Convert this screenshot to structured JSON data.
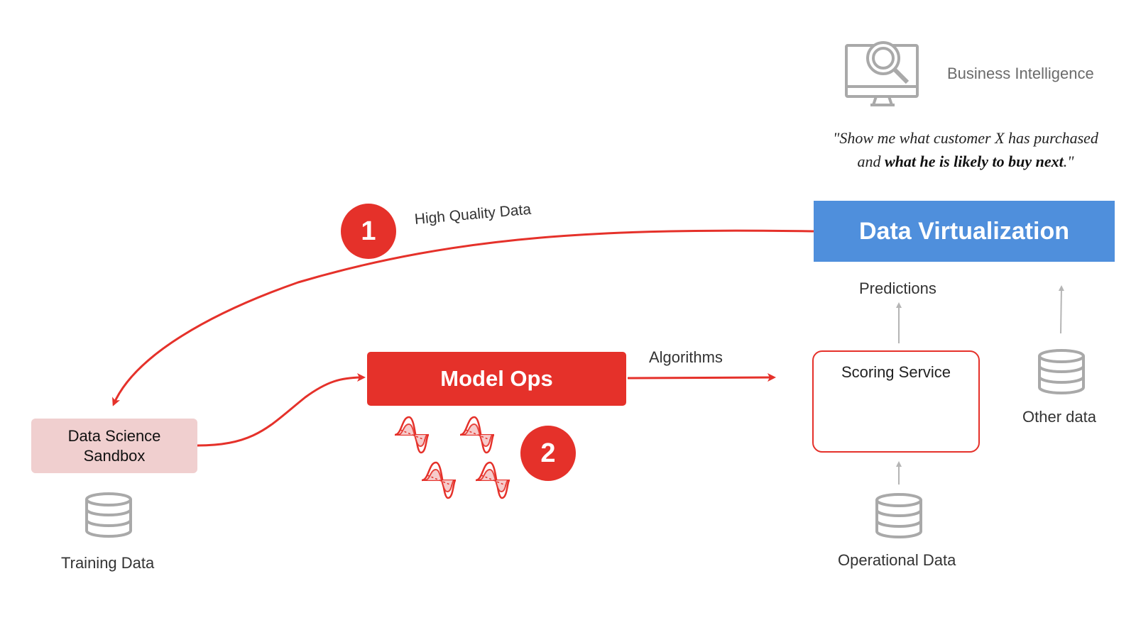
{
  "business_intelligence": {
    "label": "Business Intelligence",
    "icon": "monitor-search-icon",
    "quote_part1": "\"Show me what customer X has purchased",
    "quote_part2_plain": "and ",
    "quote_part2_bold": "what he is likely to buy next",
    "quote_part2_end": ".\""
  },
  "data_virtualization": {
    "label": "Data Virtualization",
    "color": "#4f8fdc"
  },
  "model_ops": {
    "label": "Model Ops",
    "color": "#e5312a"
  },
  "data_science_sandbox": {
    "line1": "Data Science",
    "line2": "Sandbox",
    "color": "#f0cfcf"
  },
  "scoring_service": {
    "label": "Scoring Service"
  },
  "edges": {
    "high_quality_data": "High Quality Data",
    "algorithms": "Algorithms",
    "predictions": "Predictions"
  },
  "badges": {
    "step1": "1",
    "step2": "2"
  },
  "databases": {
    "training": "Training Data",
    "operational": "Operational Data",
    "other": "Other data"
  },
  "colors": {
    "accent_red": "#e5312a",
    "grey_icon": "#a9a9a9"
  }
}
